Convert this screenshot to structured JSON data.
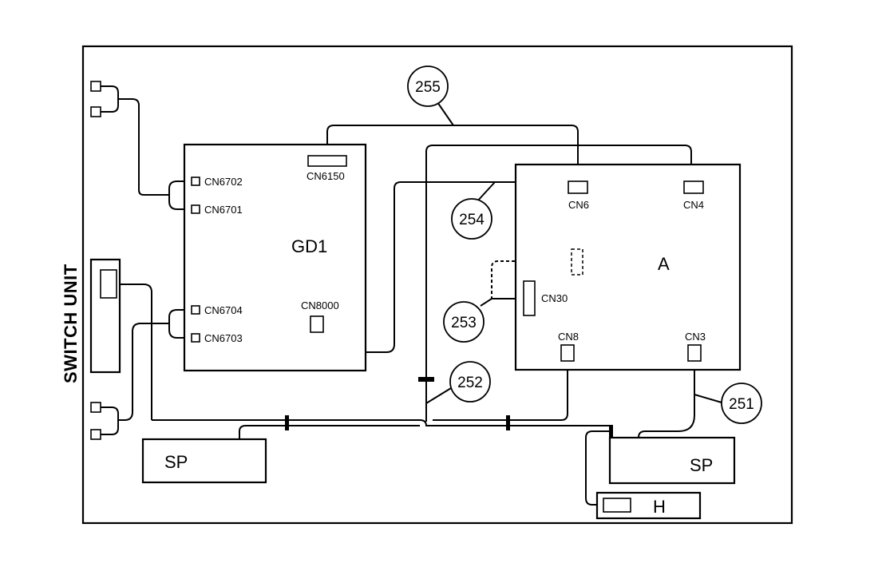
{
  "side_label": "SWITCH UNIT",
  "boards": {
    "gd1": {
      "label": "GD1",
      "connectors": [
        "CN6702",
        "CN6701",
        "CN6704",
        "CN6703",
        "CN6150",
        "CN8000"
      ]
    },
    "a": {
      "label": "A",
      "connectors": [
        "CN6",
        "CN4",
        "CN30",
        "CN8",
        "CN3"
      ]
    }
  },
  "speakers": [
    "SP",
    "SP"
  ],
  "h_unit": "H",
  "callouts": [
    "255",
    "254",
    "253",
    "252",
    "251"
  ],
  "colors": {
    "line": "#000000",
    "background": "#ffffff"
  }
}
